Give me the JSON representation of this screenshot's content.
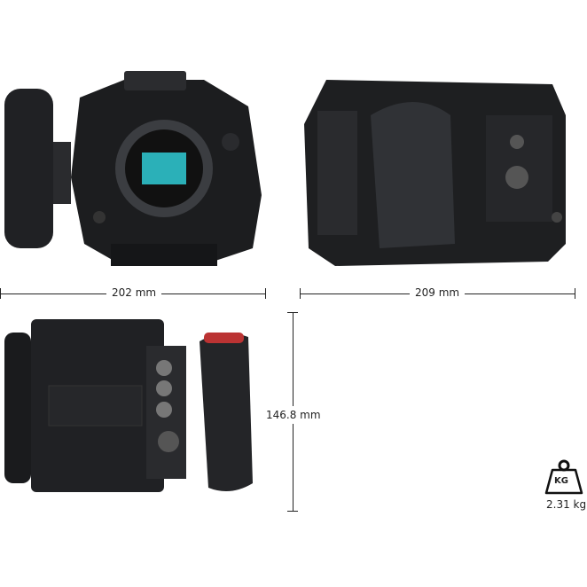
{
  "dimensions": {
    "width_front": "202 mm",
    "length_side": "209 mm",
    "height": "146.8 mm"
  },
  "weight": {
    "icon": "kg-weight-icon",
    "icon_label": "KG",
    "value": "2.31 kg"
  },
  "colors": {
    "body": "#1e1f21",
    "highlight": "#3a3c40",
    "sensor": "#2bb0b8",
    "line": "#222222"
  }
}
